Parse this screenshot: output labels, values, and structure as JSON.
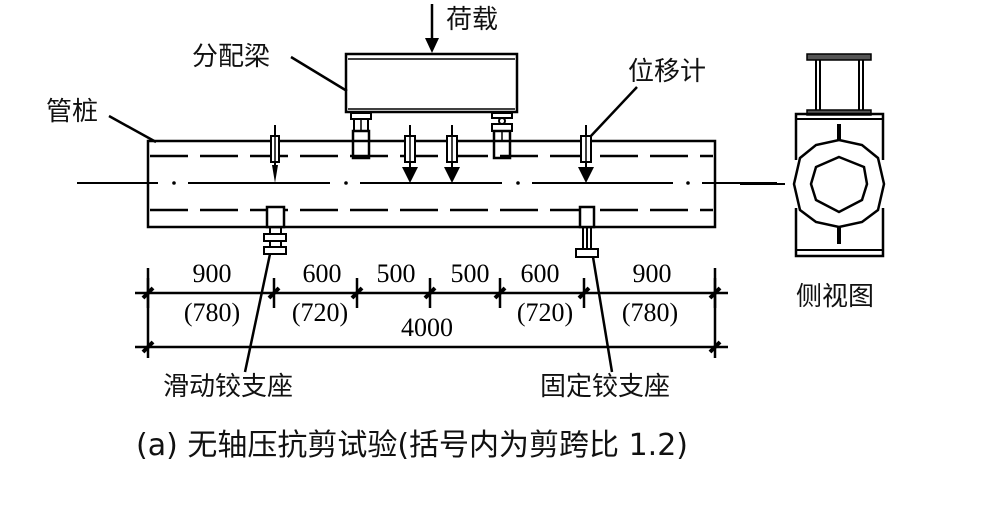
{
  "figure": {
    "caption": "(a)  无轴压抗剪试验(括号内为剪跨比 1.2)",
    "labels": {
      "load": "荷载",
      "distribution_beam": "分配梁",
      "pipe_pile": "管桩",
      "displacement_meter": "位移计",
      "side_view": "侧视图",
      "sliding_hinge_support": "滑动铰支座",
      "fixed_hinge_support": "固定铰支座"
    },
    "dimensions": {
      "segments": [
        "900",
        "600",
        "500",
        "500",
        "600",
        "900"
      ],
      "segments_alt": [
        "(780)",
        "(720)",
        "",
        "",
        "(720)",
        "(780)"
      ],
      "total": "4000"
    }
  }
}
